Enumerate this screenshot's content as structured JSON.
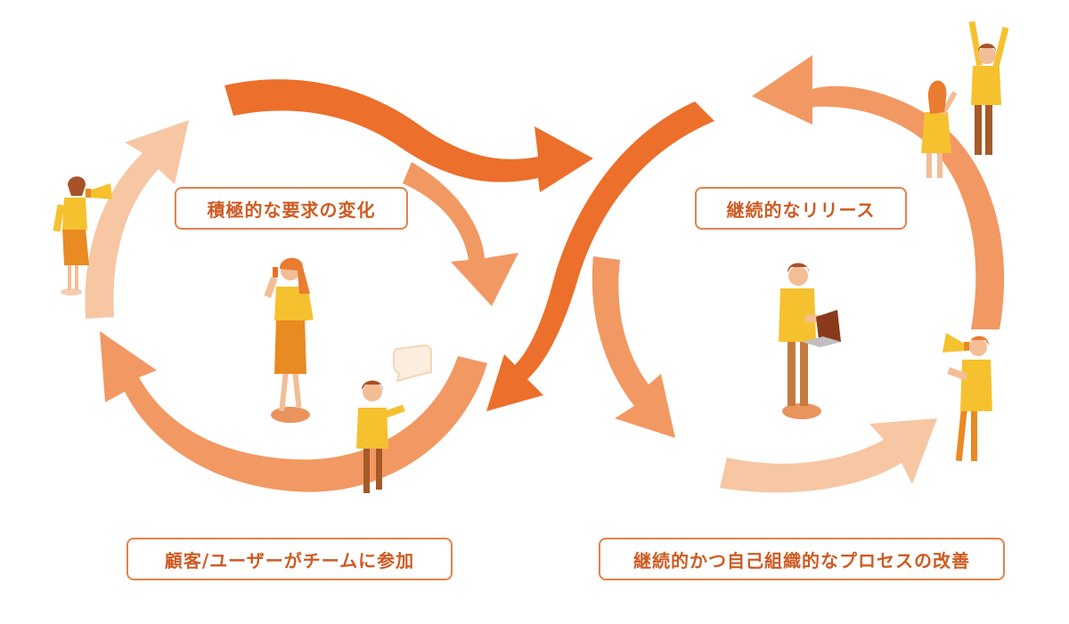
{
  "labels": {
    "top_left": "積極的な要求の変化",
    "top_right": "継続的なリリース",
    "bottom_left": "顧客/ユーザーがチームに参加",
    "bottom_right": "継続的かつ自己組織的なプロセスの改善"
  },
  "colors": {
    "dark_orange": "#ec6f2b",
    "mid_orange": "#f29863",
    "light_orange": "#f7c6a3",
    "label_border": "#e8804a",
    "label_text": "#cf5a22",
    "figure_yellow": "#f6c12f",
    "figure_orange": "#e98a22",
    "skin": "#f3bd96",
    "hair_brown": "#a8522a",
    "pants_brown": "#a55a28"
  },
  "icons": [
    "megaphone-icon",
    "speech-bubble-icon",
    "laptop-icon",
    "phone-icon"
  ]
}
